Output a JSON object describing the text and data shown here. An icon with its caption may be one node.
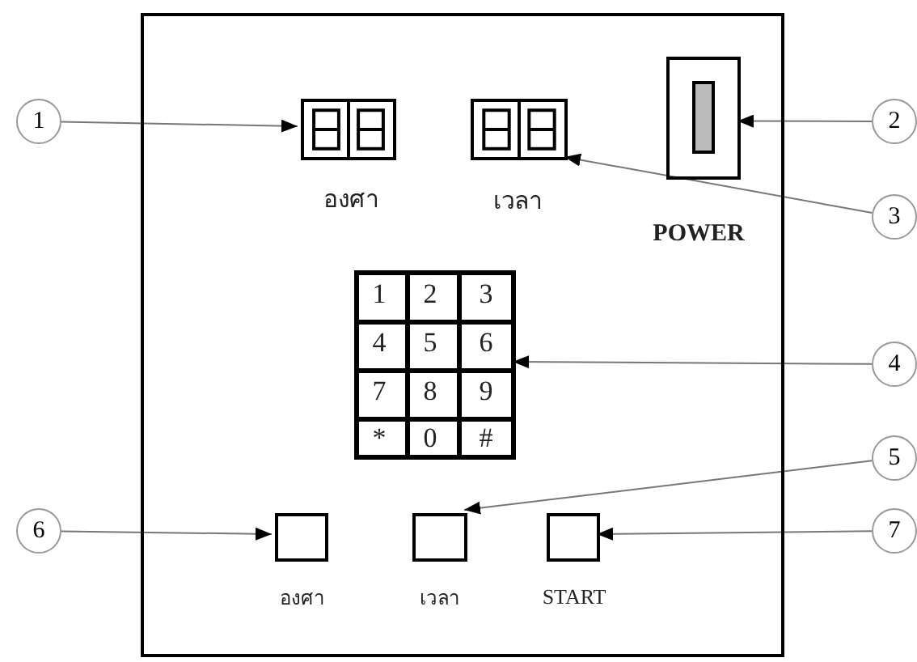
{
  "diagram": {
    "nodes": [
      {
        "text": [],
        "shape": "box"
      },
      {
        "text": [
          "1"
        ]
      },
      {
        "text": [],
        "shape": "box",
        "in": 0
      },
      {
        "text": [],
        "shape": "box",
        "in": 0
      },
      {
        "text": [],
        "shape": "box",
        "in": 0
      },
      {
        "text": [
          "2"
        ]
      },
      {
        "text": [
          "3"
        ]
      },
      {
        "text": [],
        "shape": "box",
        "in": 0
      },
      {
        "text": [
          "4"
        ]
      },
      {
        "text": [
          "5"
        ]
      },
      {
        "text": [
          "6"
        ]
      },
      {
        "text": [],
        "shape": "box",
        "in": 0
      },
      {
        "text": [],
        "shape": "box",
        "in": 0
      },
      {
        "text": [],
        "shape": "box",
        "in": 0
      },
      {
        "text": [
          "7"
        ]
      }
    ],
    "edges": [
      {
        "from": 1,
        "to": 2,
        "arrow": "to"
      },
      {
        "from": 5,
        "to": 4,
        "arrow": "to"
      },
      {
        "from": 6,
        "to": 3,
        "arrow": "to"
      },
      {
        "from": 8,
        "to": 7,
        "arrow": "to"
      },
      {
        "from": 9,
        "to": 12,
        "arrow": "to"
      },
      {
        "from": 10,
        "to": 11,
        "arrow": "to"
      },
      {
        "from": 14,
        "to": 13,
        "arrow": "to"
      }
    ],
    "labels": [
      "องศา",
      "เวลา",
      "POWER",
      "1",
      "2",
      "3",
      "4",
      "5",
      "6",
      "7",
      "8",
      "9",
      "*",
      "0",
      "#",
      "องศา",
      "เวลา",
      "START"
    ]
  }
}
